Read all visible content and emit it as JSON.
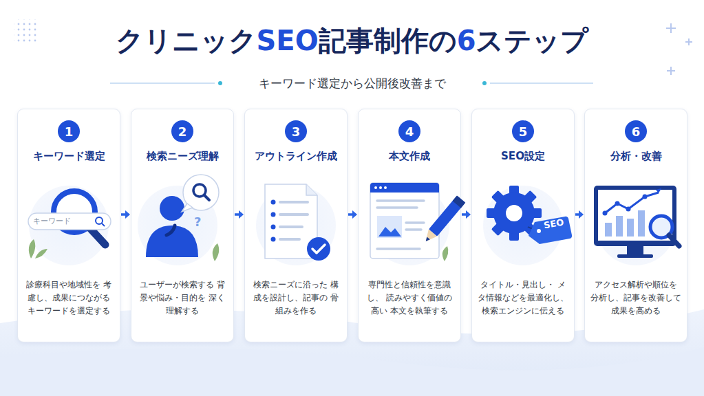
{
  "diagram": {
    "title": "クリニックSEO記事制作の6ステップ",
    "nodes": [
      {
        "text": [
          "キーワード選定",
          "診療科目や地域性を 考慮し、成果につながる キーワードを選定する"
        ]
      },
      {
        "text": [
          "1"
        ],
        "in": 0
      },
      {
        "text": [
          "検索ニーズ理解",
          "ユーザーが検索する 背景や悩み・目的を 深く理解する"
        ]
      },
      {
        "text": [
          "2"
        ],
        "in": 2
      },
      {
        "text": [
          "アウトライン作成",
          "検索ニーズに沿った 構成を設計し、記事の 骨組みを作る"
        ]
      },
      {
        "text": [
          "3"
        ],
        "in": 4
      },
      {
        "text": [
          "本文作成",
          "専門性と信頼性を意識し、 読みやすく価値の高い 本文を執筆する"
        ]
      },
      {
        "text": [
          "4"
        ],
        "in": 6
      },
      {
        "text": [
          "SEO設定",
          "タイトル・見出し・ メタ情報などを最適化し、 検索エンジンに伝える"
        ]
      },
      {
        "text": [
          "5"
        ],
        "in": 8
      },
      {
        "text": [
          "分析・改善",
          "アクセス解析や順位を 分析し、記事を改善して 成果を高める"
        ]
      },
      {
        "text": [
          "6"
        ],
        "in": 10
      }
    ],
    "edges": [
      {
        "from": 0,
        "to": 2,
        "arrow": "to"
      },
      {
        "from": 2,
        "to": 4,
        "arrow": "to"
      },
      {
        "from": 4,
        "to": 6,
        "arrow": "to"
      },
      {
        "from": 6,
        "to": 8,
        "arrow": "to"
      },
      {
        "from": 8,
        "to": 10,
        "arrow": "to"
      }
    ],
    "labels": [
      "キーワード選定から公開後改善まで",
      "キーワード",
      "?",
      "SEO"
    ]
  }
}
